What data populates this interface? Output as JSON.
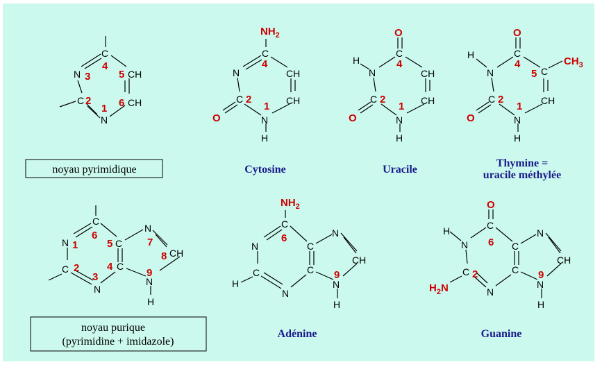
{
  "colors": {
    "background": "#ccf9ee",
    "label_red": "#cc0000",
    "caption_blue": "#1a1a8c",
    "bond": "#000000"
  },
  "pyrimidine_core": {
    "box_label": "noyau pyrimidique",
    "atoms": {
      "n3": "N",
      "c4": "C",
      "c5": "CH",
      "c6": "CH",
      "n1": "N",
      "c2": "C"
    },
    "numbers": {
      "n3": "3",
      "c4": "4",
      "c5": "5",
      "c6": "6",
      "n1": "1",
      "c2": "2"
    }
  },
  "cytosine": {
    "name": "Cytosine",
    "substituents": {
      "nh2": "NH2",
      "o": "O"
    },
    "atoms": {
      "n3": "N",
      "c4": "C",
      "c5": "CH",
      "c6": "CH",
      "n1": "N",
      "h1": "H",
      "c2": "C"
    },
    "numbers": {
      "c4": "4",
      "c2": "2",
      "n1": "1"
    }
  },
  "uracile": {
    "name": "Uracile",
    "substituents": {
      "o4": "O",
      "o2": "O"
    },
    "atoms": {
      "h3": "H",
      "n3": "N",
      "c4": "C",
      "c5": "CH",
      "c6": "CH",
      "n1": "N",
      "h1": "H",
      "c2": "C"
    },
    "numbers": {
      "c4": "4",
      "c2": "2",
      "n1": "1"
    }
  },
  "thymine": {
    "name_line1": "Thymine =",
    "name_line2": "uracile méthylée",
    "substituents": {
      "o4": "O",
      "o2": "O",
      "ch3": "CH3"
    },
    "atoms": {
      "h3": "H",
      "n3": "N",
      "c4": "C",
      "c5": "C",
      "c6": "CH",
      "n1": "N",
      "h1": "H",
      "c2": "C"
    },
    "numbers": {
      "c4": "4",
      "c5": "5",
      "c2": "2",
      "n1": "1"
    }
  },
  "purine_core": {
    "box_label_line1": "noyau purique",
    "box_label_line2": "(pyrimidine  + imidazole)",
    "atoms": {
      "n1": "N",
      "c6": "C",
      "c5": "C",
      "n7": "N",
      "c8": "CH",
      "c2": "C",
      "n3": "N",
      "c4": "C",
      "n9": "N",
      "h9": "H"
    },
    "numbers": {
      "n1": "1",
      "c6": "6",
      "c5": "5",
      "n7": "7",
      "c8": "8",
      "c2": "2",
      "n3": "3",
      "c4": "4",
      "n9": "9"
    }
  },
  "adenine": {
    "name": "Adénine",
    "substituents": {
      "nh2": "NH2"
    },
    "atoms": {
      "n1": "N",
      "c6": "C",
      "c5": "C",
      "n7": "N",
      "c8": "CH",
      "h2": "H",
      "c2": "C",
      "n3": "N",
      "c4": "C",
      "n9": "N",
      "h9": "H"
    },
    "numbers": {
      "c6": "6",
      "n9": "9"
    }
  },
  "guanine": {
    "name": "Guanine",
    "substituents": {
      "o": "O",
      "h2n": "H2N"
    },
    "atoms": {
      "h1": "H",
      "n1": "N",
      "c6": "C",
      "c5": "C",
      "n7": "N",
      "c8": "CH",
      "c2": "C",
      "n3": "N",
      "c4": "C",
      "n9": "N",
      "h9": "H"
    },
    "numbers": {
      "c6": "6",
      "c2": "2",
      "n9": "9"
    }
  }
}
